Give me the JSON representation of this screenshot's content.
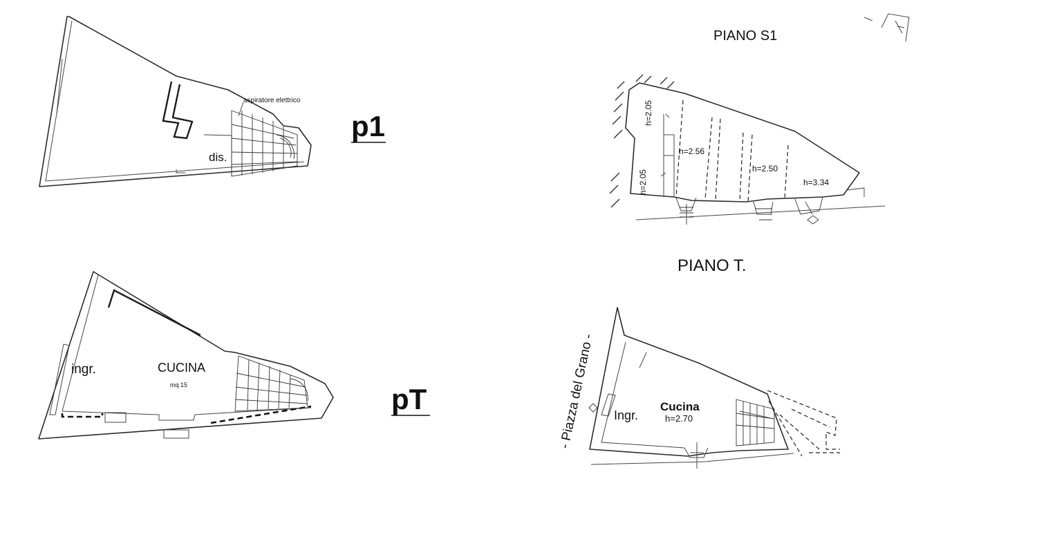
{
  "plans": {
    "p1": {
      "label": "p1",
      "room_dis": "dis.",
      "note_aspiratore": "aspiratore elettrico"
    },
    "pT": {
      "label": "pT",
      "room_ingr": "ingr.",
      "room_cucina": "CUCINA",
      "area": "mq 15"
    },
    "s1": {
      "title": "PIANO   S1",
      "heights": [
        "h=2.05",
        "h=2.56",
        "h=2.50",
        "h=3.34",
        "h=2.05"
      ]
    },
    "t": {
      "title": "PIANO   T.",
      "street": "- Piazza   del  Grano -",
      "room_ingr": "Ingr.",
      "room_cucina": "Cucina",
      "room_height": "h=2.70"
    }
  }
}
